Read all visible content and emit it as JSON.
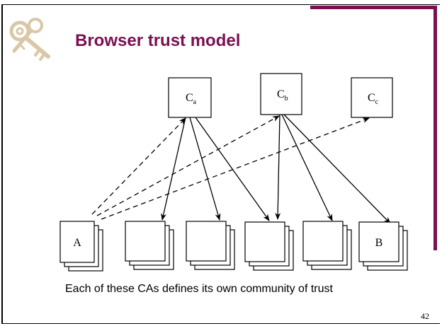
{
  "slide": {
    "title": "Browser trust model",
    "caption": "Each of these CAs defines its own community of trust",
    "page_number": "42"
  },
  "colors": {
    "accent": "#7a1050",
    "logo_tint": "#cdb58a",
    "title_text": "#7a1050"
  },
  "icons": {
    "logo": "keys-icon"
  },
  "diagram": {
    "cas": [
      {
        "id": "ca",
        "base": "C",
        "sub": "a"
      },
      {
        "id": "cb",
        "base": "C",
        "sub": "b"
      },
      {
        "id": "cc",
        "base": "C",
        "sub": "c"
      }
    ],
    "communities": [
      {
        "id": "n1",
        "label": "A"
      },
      {
        "id": "n2",
        "label": ""
      },
      {
        "id": "n3",
        "label": ""
      },
      {
        "id": "n4",
        "label": ""
      },
      {
        "id": "n5",
        "label": ""
      },
      {
        "id": "n6",
        "label": "B"
      }
    ],
    "trust_arrows": [
      {
        "from": "ca",
        "to": "n2"
      },
      {
        "from": "ca",
        "to": "n3"
      },
      {
        "from": "ca",
        "to": "n4"
      },
      {
        "from": "cb",
        "to": "n4"
      },
      {
        "from": "cb",
        "to": "n5"
      },
      {
        "from": "cb",
        "to": "n6"
      }
    ],
    "user_trust_links": [
      {
        "from": "n1",
        "to": "ca"
      },
      {
        "from": "n1",
        "to": "cb"
      },
      {
        "from": "n1",
        "to": "cc"
      }
    ]
  }
}
